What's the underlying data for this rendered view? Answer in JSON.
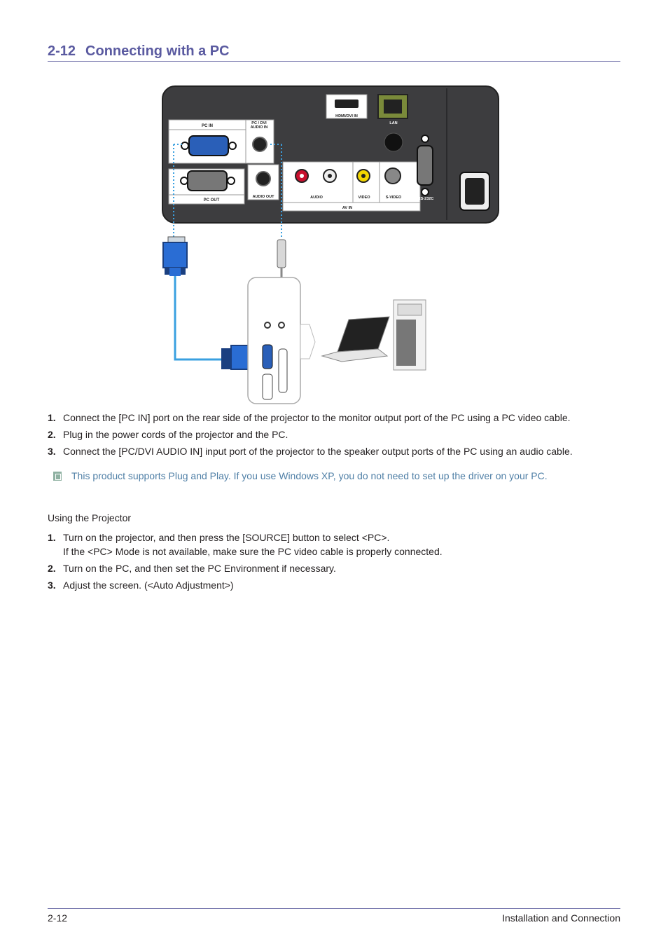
{
  "header": {
    "section_number": "2-12",
    "section_title": "Connecting with a PC"
  },
  "figure": {
    "labels": {
      "pc_in": "PC IN",
      "pc_dvi_audio_in_line1": "PC / DVI",
      "pc_dvi_audio_in_line2": "AUDIO IN",
      "hdmi_dvi_in": "HDMI/DVI IN",
      "lan": "LAN",
      "pc_out": "PC OUT",
      "audio_out": "AUDIO OUT",
      "audio": "AUDIO",
      "video": "VIDEO",
      "s_video": "S-VIDEO",
      "av_in": "AV IN",
      "rs232c": "RS-232C"
    }
  },
  "connection_steps": [
    {
      "num": "1.",
      "text": "Connect the [PC IN] port on the rear side of the projector to the monitor output port of the PC using a PC video cable."
    },
    {
      "num": "2.",
      "text": "Plug in the power cords of the projector and the PC."
    },
    {
      "num": "3.",
      "text": "Connect the [PC/DVI AUDIO IN] input port of the projector to the speaker output ports of the PC using an audio cable."
    }
  ],
  "note": {
    "icon": "note-icon",
    "text": "This product supports Plug and Play. If you use Windows XP, you do not need to set up the driver on your PC."
  },
  "using_title": "Using the Projector",
  "using_steps": [
    {
      "num": "1.",
      "text": "Turn on the projector, and then press the [SOURCE] button to select <PC>.",
      "text2": "If the <PC> Mode is not available, make sure the PC video cable is properly connected."
    },
    {
      "num": "2.",
      "text": "Turn on the PC, and then set the PC Environment if necessary."
    },
    {
      "num": "3.",
      "text": "Adjust the screen. (<Auto Adjustment>)"
    }
  ],
  "footer": {
    "page": "2-12",
    "chapter": "Installation and Connection"
  }
}
